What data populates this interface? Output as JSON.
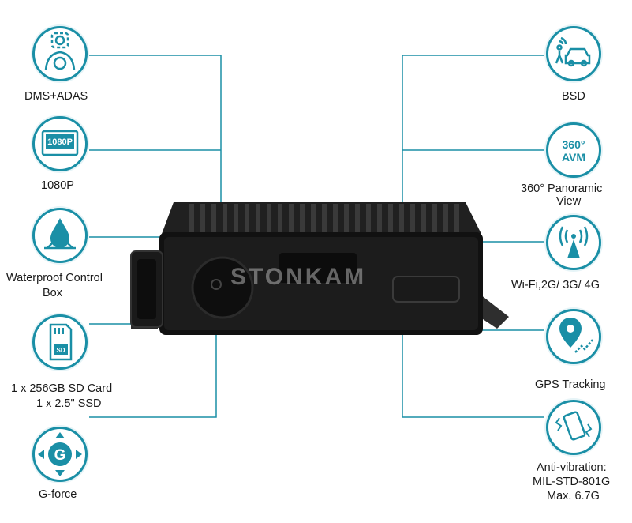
{
  "brand_watermark": "STONKAM",
  "accent_color": "#1a8fa6",
  "features_left": [
    {
      "id": "dms",
      "icon": "driver-monitor-icon",
      "lines": [
        "DMS+ADAS"
      ]
    },
    {
      "id": "1080p",
      "icon": "1080p-screen-icon",
      "badge": "1080P",
      "lines": [
        "1080P"
      ]
    },
    {
      "id": "waterproof",
      "icon": "water-drop-icon",
      "lines": [
        "Waterproof Control",
        "Box"
      ]
    },
    {
      "id": "storage",
      "icon": "sd-card-icon",
      "badge": "SD",
      "lines": [
        "1 x 256GB SD Card",
        "1 x 2.5\" SSD"
      ]
    },
    {
      "id": "gforce",
      "icon": "g-force-icon",
      "badge": "G",
      "lines": [
        "G-force"
      ]
    }
  ],
  "features_right": [
    {
      "id": "bsd",
      "icon": "blind-spot-car-icon",
      "lines": [
        "BSD"
      ]
    },
    {
      "id": "avm",
      "icon": "360-avm-icon",
      "badge_lines": [
        "360°",
        "AVM"
      ],
      "lines": [
        "360° Panoramic",
        "View"
      ]
    },
    {
      "id": "wireless",
      "icon": "antenna-signal-icon",
      "lines": [
        "Wi-Fi,2G/ 3G/ 4G"
      ]
    },
    {
      "id": "gps",
      "icon": "map-pin-icon",
      "lines": [
        "GPS Tracking"
      ]
    },
    {
      "id": "vibration",
      "icon": "vibrating-phone-icon",
      "lines": [
        "Anti-vibration:",
        "MIL-STD-801G",
        "Max. 6.7G"
      ]
    }
  ]
}
